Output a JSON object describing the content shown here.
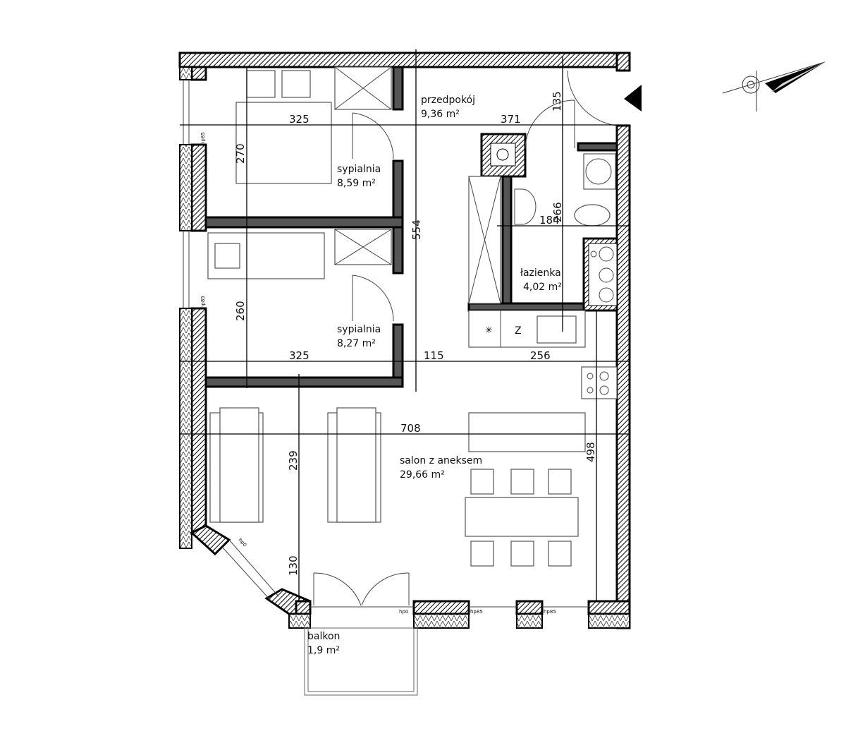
{
  "rooms": {
    "hall": {
      "name": "przedpokój",
      "area": "9,36 m²"
    },
    "bedroom1": {
      "name": "sypialnia",
      "area": "8,59 m²"
    },
    "bedroom2": {
      "name": "sypialnia",
      "area": "8,27 m²"
    },
    "bathroom": {
      "name": "łazienka",
      "area": "4,02 m²"
    },
    "living": {
      "name": "salon z aneksem",
      "area": "29,66 m²"
    },
    "balcony": {
      "name": "balkon",
      "area": "1,9 m²"
    }
  },
  "dimensions": {
    "bed1_width": "325",
    "bed1_height": "270",
    "hall_width": "371",
    "hall_depth": "135",
    "corridor_height": "554",
    "bath_height": "266",
    "bath_width": "184",
    "bed2_height": "260",
    "bed2_width": "325",
    "gap": "115",
    "kitchen_width": "256",
    "living_width": "708",
    "living_height": "498",
    "sofa_depth": "239",
    "bay_depth": "130"
  },
  "window_labels": {
    "hp85": "hp85",
    "hp0": "hp0"
  },
  "fixtures": {
    "fridge": "Z"
  },
  "colors": {
    "wall": "#000000",
    "furniture": "#555555"
  }
}
